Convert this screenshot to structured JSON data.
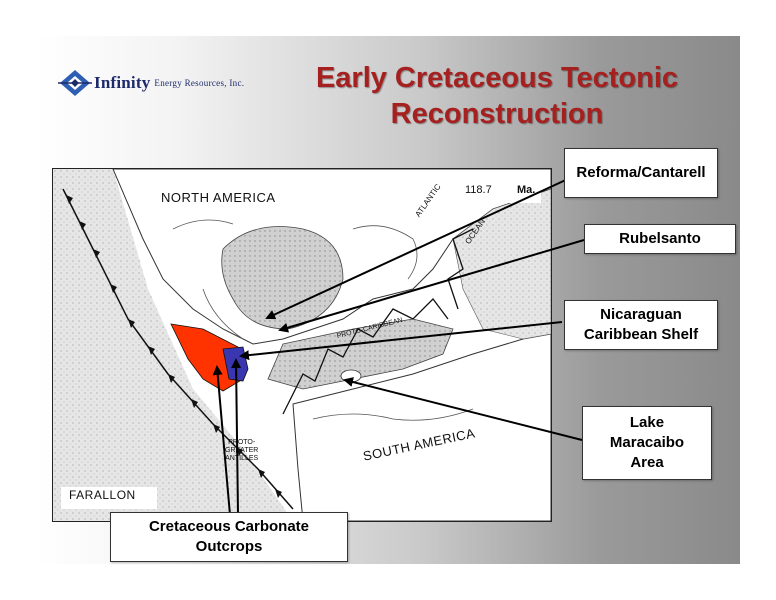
{
  "slide": {
    "title_line1": "Early Cretaceous Tectonic",
    "title_line2": "Reconstruction",
    "accent_color": "#a5201f"
  },
  "logo": {
    "name": "Infinity",
    "subtitle": "Energy Resources, Inc.",
    "color": "#1c2a6b"
  },
  "map": {
    "labels": {
      "north_america": "NORTH AMERICA",
      "south_america": "SOUTH AMERICA",
      "atlantic": "ATLANTIC",
      "ocean": "OCEAN",
      "age": "118.7",
      "age_unit": "Ma.",
      "proto_caribbean": "PROTO-CARIBBEAN",
      "proto_greater_antilles_1": "PROTO-",
      "proto_greater_antilles_2": "GREATER",
      "proto_greater_antilles_3": "ANTILLES",
      "farallon": "FARALLON"
    },
    "highlight_colors": {
      "red_region": "#ff3300",
      "blue_region": "#3a36b0"
    }
  },
  "callouts": {
    "reforma": "Reforma/Cantarell",
    "rubelsanto": "Rubelsanto",
    "nicaraguan_line1": "Nicaraguan",
    "nicaraguan_line2": "Caribbean Shelf",
    "lake_line1": "Lake",
    "lake_line2": "Maracaibo",
    "lake_line3": "Area",
    "cretaceous_line1": "Cretaceous Carbonate",
    "cretaceous_line2": "Outcrops"
  }
}
